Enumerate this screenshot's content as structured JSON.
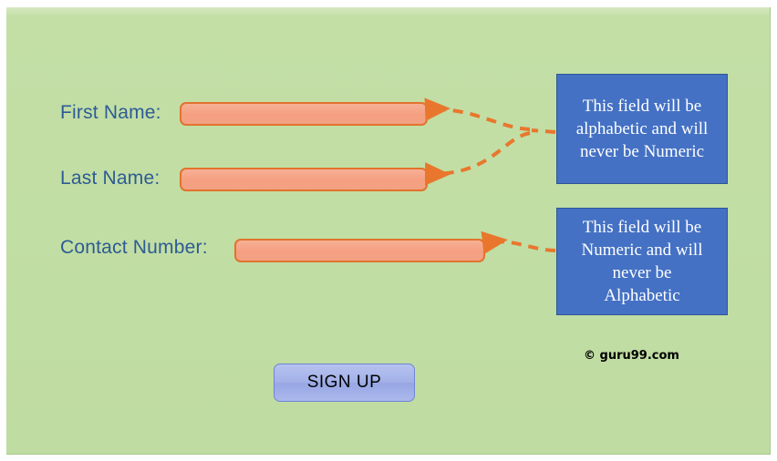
{
  "page": {
    "background_color": "#ffffff",
    "panel_color": "#c3dfa6",
    "accent_color": "#e2732e",
    "callout_color": "#4471c4",
    "label_color": "#2e5b94",
    "input_color": "#f5a184"
  },
  "form": {
    "fields": [
      {
        "id": "first-name",
        "label": "First Name:",
        "value": "",
        "placeholder": ""
      },
      {
        "id": "last-name",
        "label": "Last Name:",
        "value": "",
        "placeholder": ""
      },
      {
        "id": "contact-number",
        "label": "Contact Number:",
        "value": "",
        "placeholder": ""
      }
    ],
    "submit_label": "SIGN UP"
  },
  "callouts": [
    {
      "id": "alphabetic-note",
      "lines": [
        "This field will be",
        "alphabetic and will",
        "never be Numeric"
      ],
      "text": "This field will be alphabetic and will never be Numeric"
    },
    {
      "id": "numeric-note",
      "lines": [
        "This field will be",
        "Numeric and will",
        "never be",
        "Alphabetic"
      ],
      "text": "This field will be Numeric and will never be Alphabetic"
    }
  ],
  "watermark": {
    "text": "© guru99.com"
  },
  "icons": {
    "arrow_first_name": "dashed-arrow-icon",
    "arrow_last_name": "dashed-arrow-icon",
    "arrow_contact": "dashed-arrow-icon"
  }
}
